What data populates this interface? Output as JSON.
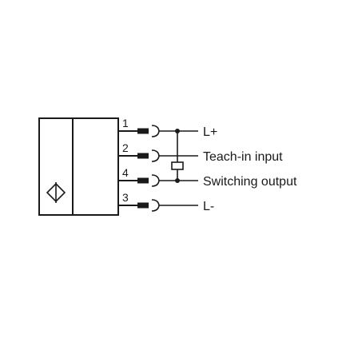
{
  "diagram": {
    "pins": [
      {
        "number": "1",
        "label": "L+"
      },
      {
        "number": "2",
        "label": "Teach-in input"
      },
      {
        "number": "4",
        "label": "Switching output"
      },
      {
        "number": "3",
        "label": "L-"
      }
    ],
    "colors": {
      "line": "#1a1a1a",
      "background": "#ffffff"
    },
    "icons": {
      "sensor_symbol": "diamond-sensor-icon",
      "connector": "plug-socket-icon",
      "load": "load-resistor-icon"
    }
  }
}
